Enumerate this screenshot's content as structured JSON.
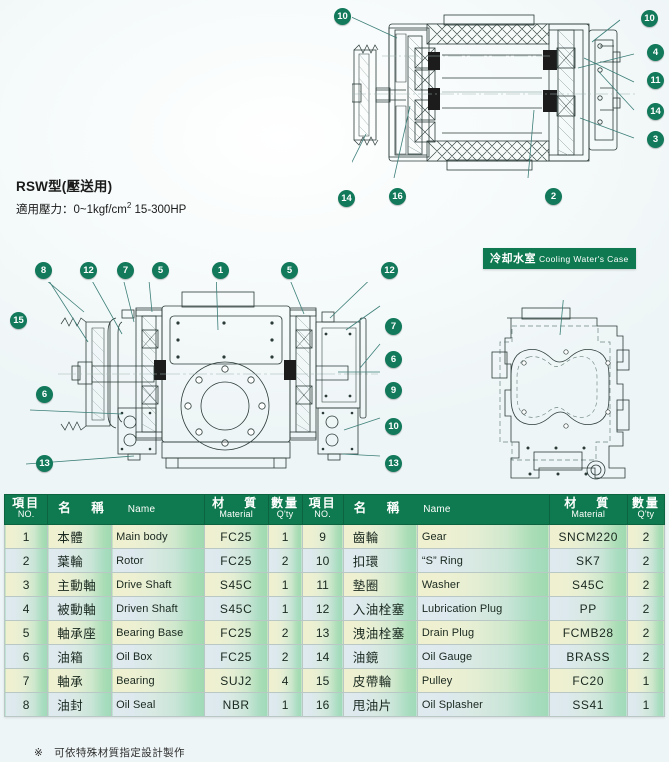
{
  "title": {
    "model_line": "RSW型(壓送用)",
    "spec_line_pre": "適用壓力：0~1kgf/cm",
    "spec_line_sup": "2",
    "spec_line_post": " 15-300HP"
  },
  "cooling_label": {
    "cn": "冷却水室",
    "en": "Cooling Water's Case"
  },
  "diagrams": {
    "top_view": {
      "callouts": [
        "10",
        "10",
        "4",
        "11",
        "14",
        "3",
        "2",
        "16",
        "14"
      ]
    },
    "section_view": {
      "callouts": [
        "8",
        "12",
        "7",
        "5",
        "1",
        "5",
        "12",
        "15",
        "7",
        "6",
        "6",
        "9",
        "10",
        "13",
        "13"
      ]
    },
    "cooling_view": {
      "callouts": []
    }
  },
  "table": {
    "headers_left": {
      "no_cn": "項目",
      "no_en": "NO.",
      "name_cn": "名　稱",
      "name_en": "Name",
      "material_cn": "材　質",
      "material_en": "Material",
      "qty_cn": "數量",
      "qty_en": "Q'ty"
    },
    "headers_right": {
      "no_cn": "項目",
      "no_en": "NO.",
      "name_cn": "名　稱",
      "name_en": "Name",
      "material_cn": "材　質",
      "material_en": "Material",
      "qty_cn": "數量",
      "qty_en": "Q'ty"
    },
    "rows": [
      {
        "no": "1",
        "cn": "本體",
        "en": "Main body",
        "mat": "FC25",
        "qty": "1",
        "no2": "9",
        "cn2": "齒輪",
        "en2": "Gear",
        "mat2": "SNCM220",
        "qty2": "2"
      },
      {
        "no": "2",
        "cn": "葉輪",
        "en": "Rotor",
        "mat": "FC25",
        "qty": "2",
        "no2": "10",
        "cn2": "扣環",
        "en2": "“S” Ring",
        "mat2": "SK7",
        "qty2": "2"
      },
      {
        "no": "3",
        "cn": "主動軸",
        "en": "Drive Shaft",
        "mat": "S45C",
        "qty": "1",
        "no2": "11",
        "cn2": "墊圈",
        "en2": "Washer",
        "mat2": "S45C",
        "qty2": "2"
      },
      {
        "no": "4",
        "cn": "被動軸",
        "en": "Driven Shaft",
        "mat": "S45C",
        "qty": "1",
        "no2": "12",
        "cn2": "入油栓塞",
        "en2": "Lubrication Plug",
        "mat2": "PP",
        "qty2": "2"
      },
      {
        "no": "5",
        "cn": "軸承座",
        "en": "Bearing Base",
        "mat": "FC25",
        "qty": "2",
        "no2": "13",
        "cn2": "洩油栓塞",
        "en2": "Drain Plug",
        "mat2": "FCMB28",
        "qty2": "2"
      },
      {
        "no": "6",
        "cn": "油箱",
        "en": "Oil Box",
        "mat": "FC25",
        "qty": "2",
        "no2": "14",
        "cn2": "油鏡",
        "en2": "Oil Gauge",
        "mat2": "BRASS",
        "qty2": "2"
      },
      {
        "no": "7",
        "cn": "軸承",
        "en": "Bearing",
        "mat": "SUJ2",
        "qty": "4",
        "no2": "15",
        "cn2": "皮帶輪",
        "en2": "Pulley",
        "mat2": "FC20",
        "qty2": "1"
      },
      {
        "no": "8",
        "cn": "油封",
        "en": "Oil Seal",
        "mat": "NBR",
        "qty": "1",
        "no2": "16",
        "cn2": "甩油片",
        "en2": "Oil Splasher",
        "mat2": "SS41",
        "qty2": "1"
      }
    ],
    "note": "※　可依特殊材質指定設計製作"
  },
  "colors": {
    "header_green": "#0f7a4f",
    "callout_green": "#12795a",
    "label_green": "#0f7a52",
    "line_gray": "#2b3b38",
    "leader_teal": "#3c7f78"
  }
}
